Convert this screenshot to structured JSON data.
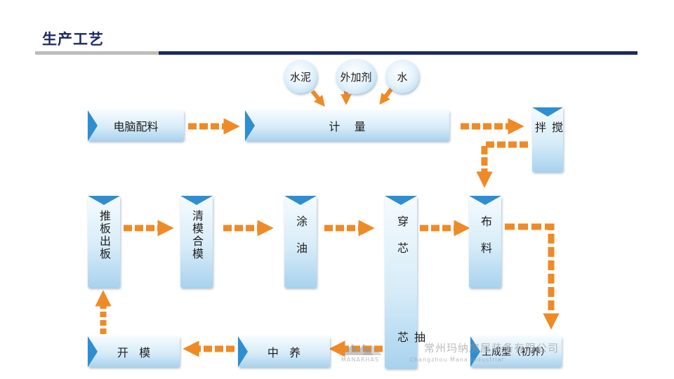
{
  "slide": {
    "title": "生产工艺"
  },
  "inputs": [
    {
      "id": "cement",
      "label": "水泥"
    },
    {
      "id": "additive",
      "label": "外加剂"
    },
    {
      "id": "water",
      "label": "水"
    }
  ],
  "steps": {
    "computer_batching": "电脑配料",
    "metering": "计    量",
    "mixing": "搅拌",
    "distribution": "布料",
    "core_insert_extract": {
      "top": "穿芯",
      "bottom": "抽芯"
    },
    "oiling": "涂油",
    "clean_close_mold": "清模合模",
    "push_out_board": "推板出板",
    "demolding": "开   模",
    "intermediate_curing": "中   养",
    "forming_initial_curing": "上成型（初养）"
  },
  "watermark": {
    "brand": "MANARHAS",
    "company": "常州玛纳房屋装备有限公司",
    "sub": "Changzhou Mana Industrial"
  },
  "colors": {
    "accent_arrow": "#ef8a26",
    "bar_triangle": "#2f8ed0",
    "title_navy": "#1b2a63"
  }
}
